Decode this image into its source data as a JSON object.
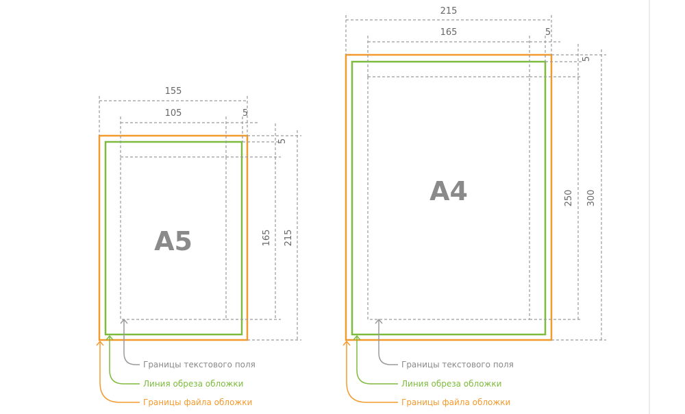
{
  "a5": {
    "label": "A5",
    "dims": {
      "outer_width": "155",
      "text_width": "105",
      "margin_h": "5",
      "margin_v": "5",
      "text_height": "165",
      "outer_height": "215"
    }
  },
  "a4": {
    "label": "A4",
    "dims": {
      "outer_width": "215",
      "text_width": "165",
      "margin_h": "5",
      "margin_v": "5",
      "text_height": "250",
      "outer_height": "300"
    }
  },
  "legend": {
    "text_field": "Границы текстового поля",
    "trim_line": "Линия обреза обложки",
    "file_bounds": "Границы файла обложки"
  },
  "colors": {
    "file_bounds": "#f39a2c",
    "trim_line": "#7dbb3c",
    "text_field": "#9a9a9a"
  }
}
